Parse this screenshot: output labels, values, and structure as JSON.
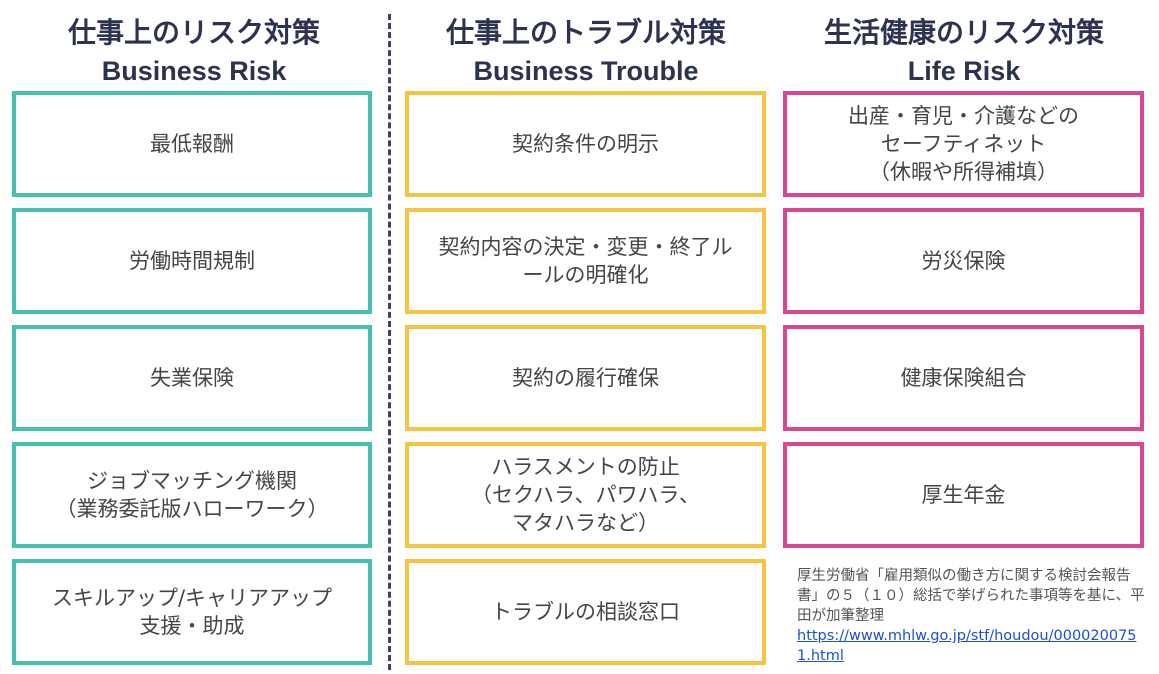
{
  "columns": [
    {
      "title_jp": "仕事上のリスク対策",
      "title_en": "Business Risk",
      "color": "#45bfae",
      "items": [
        "最低報酬",
        "労働時間規制",
        "失業保険",
        "ジョブマッチング機関\n（業務委託版ハローワーク）",
        "スキルアップ/キャリアアップ\n支援・助成"
      ]
    },
    {
      "title_jp": "仕事上のトラブル対策",
      "title_en": "Business Trouble",
      "color": "#f5c542",
      "items": [
        "契約条件の明示",
        "契約内容の決定・変更・終了ル\nールの明確化",
        "契約の履行確保",
        "ハラスメントの防止\n（セクハラ、パワハラ、\nマタハラなど）",
        "トラブルの相談窓口"
      ]
    },
    {
      "title_jp": "生活健康のリスク対策",
      "title_en": "Life Risk",
      "color": "#d94692",
      "items": [
        "出産・育児・介護などの\nセーフティネット\n（休暇や所得補填）",
        "労災保険",
        "健康保険組合",
        "厚生年金"
      ]
    }
  ],
  "note": {
    "text": "厚生労働省「雇用類似の働き方に関する検討会報告書」の５（１０）総括で挙げられた事項等を基に、平田が加筆整理",
    "link": "https://www.mhlw.go.jp/stf/houdou/0000200751.html"
  }
}
